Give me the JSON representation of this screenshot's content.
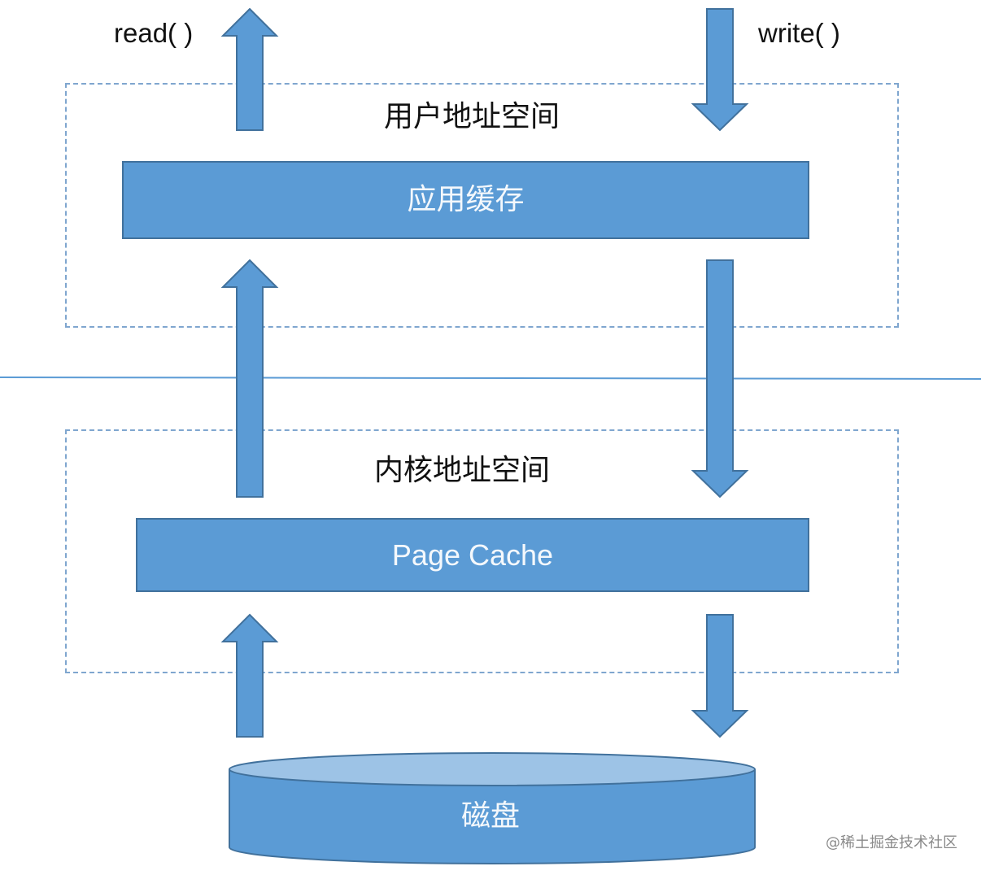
{
  "calls": {
    "read_label": "read( )",
    "write_label": "write( )"
  },
  "user_space": {
    "title": "用户地址空间",
    "buffer_label": "应用缓存"
  },
  "kernel_space": {
    "title": "内核地址空间",
    "cache_label": "Page Cache"
  },
  "disk": {
    "label": "磁盘"
  },
  "watermark": "@稀土掘金技术社区",
  "colors": {
    "block_fill": "#5b9bd5",
    "block_border": "#41719c",
    "dashed_border": "#7fa6cf",
    "divider": "#5b9bd5",
    "text": "#111111"
  }
}
